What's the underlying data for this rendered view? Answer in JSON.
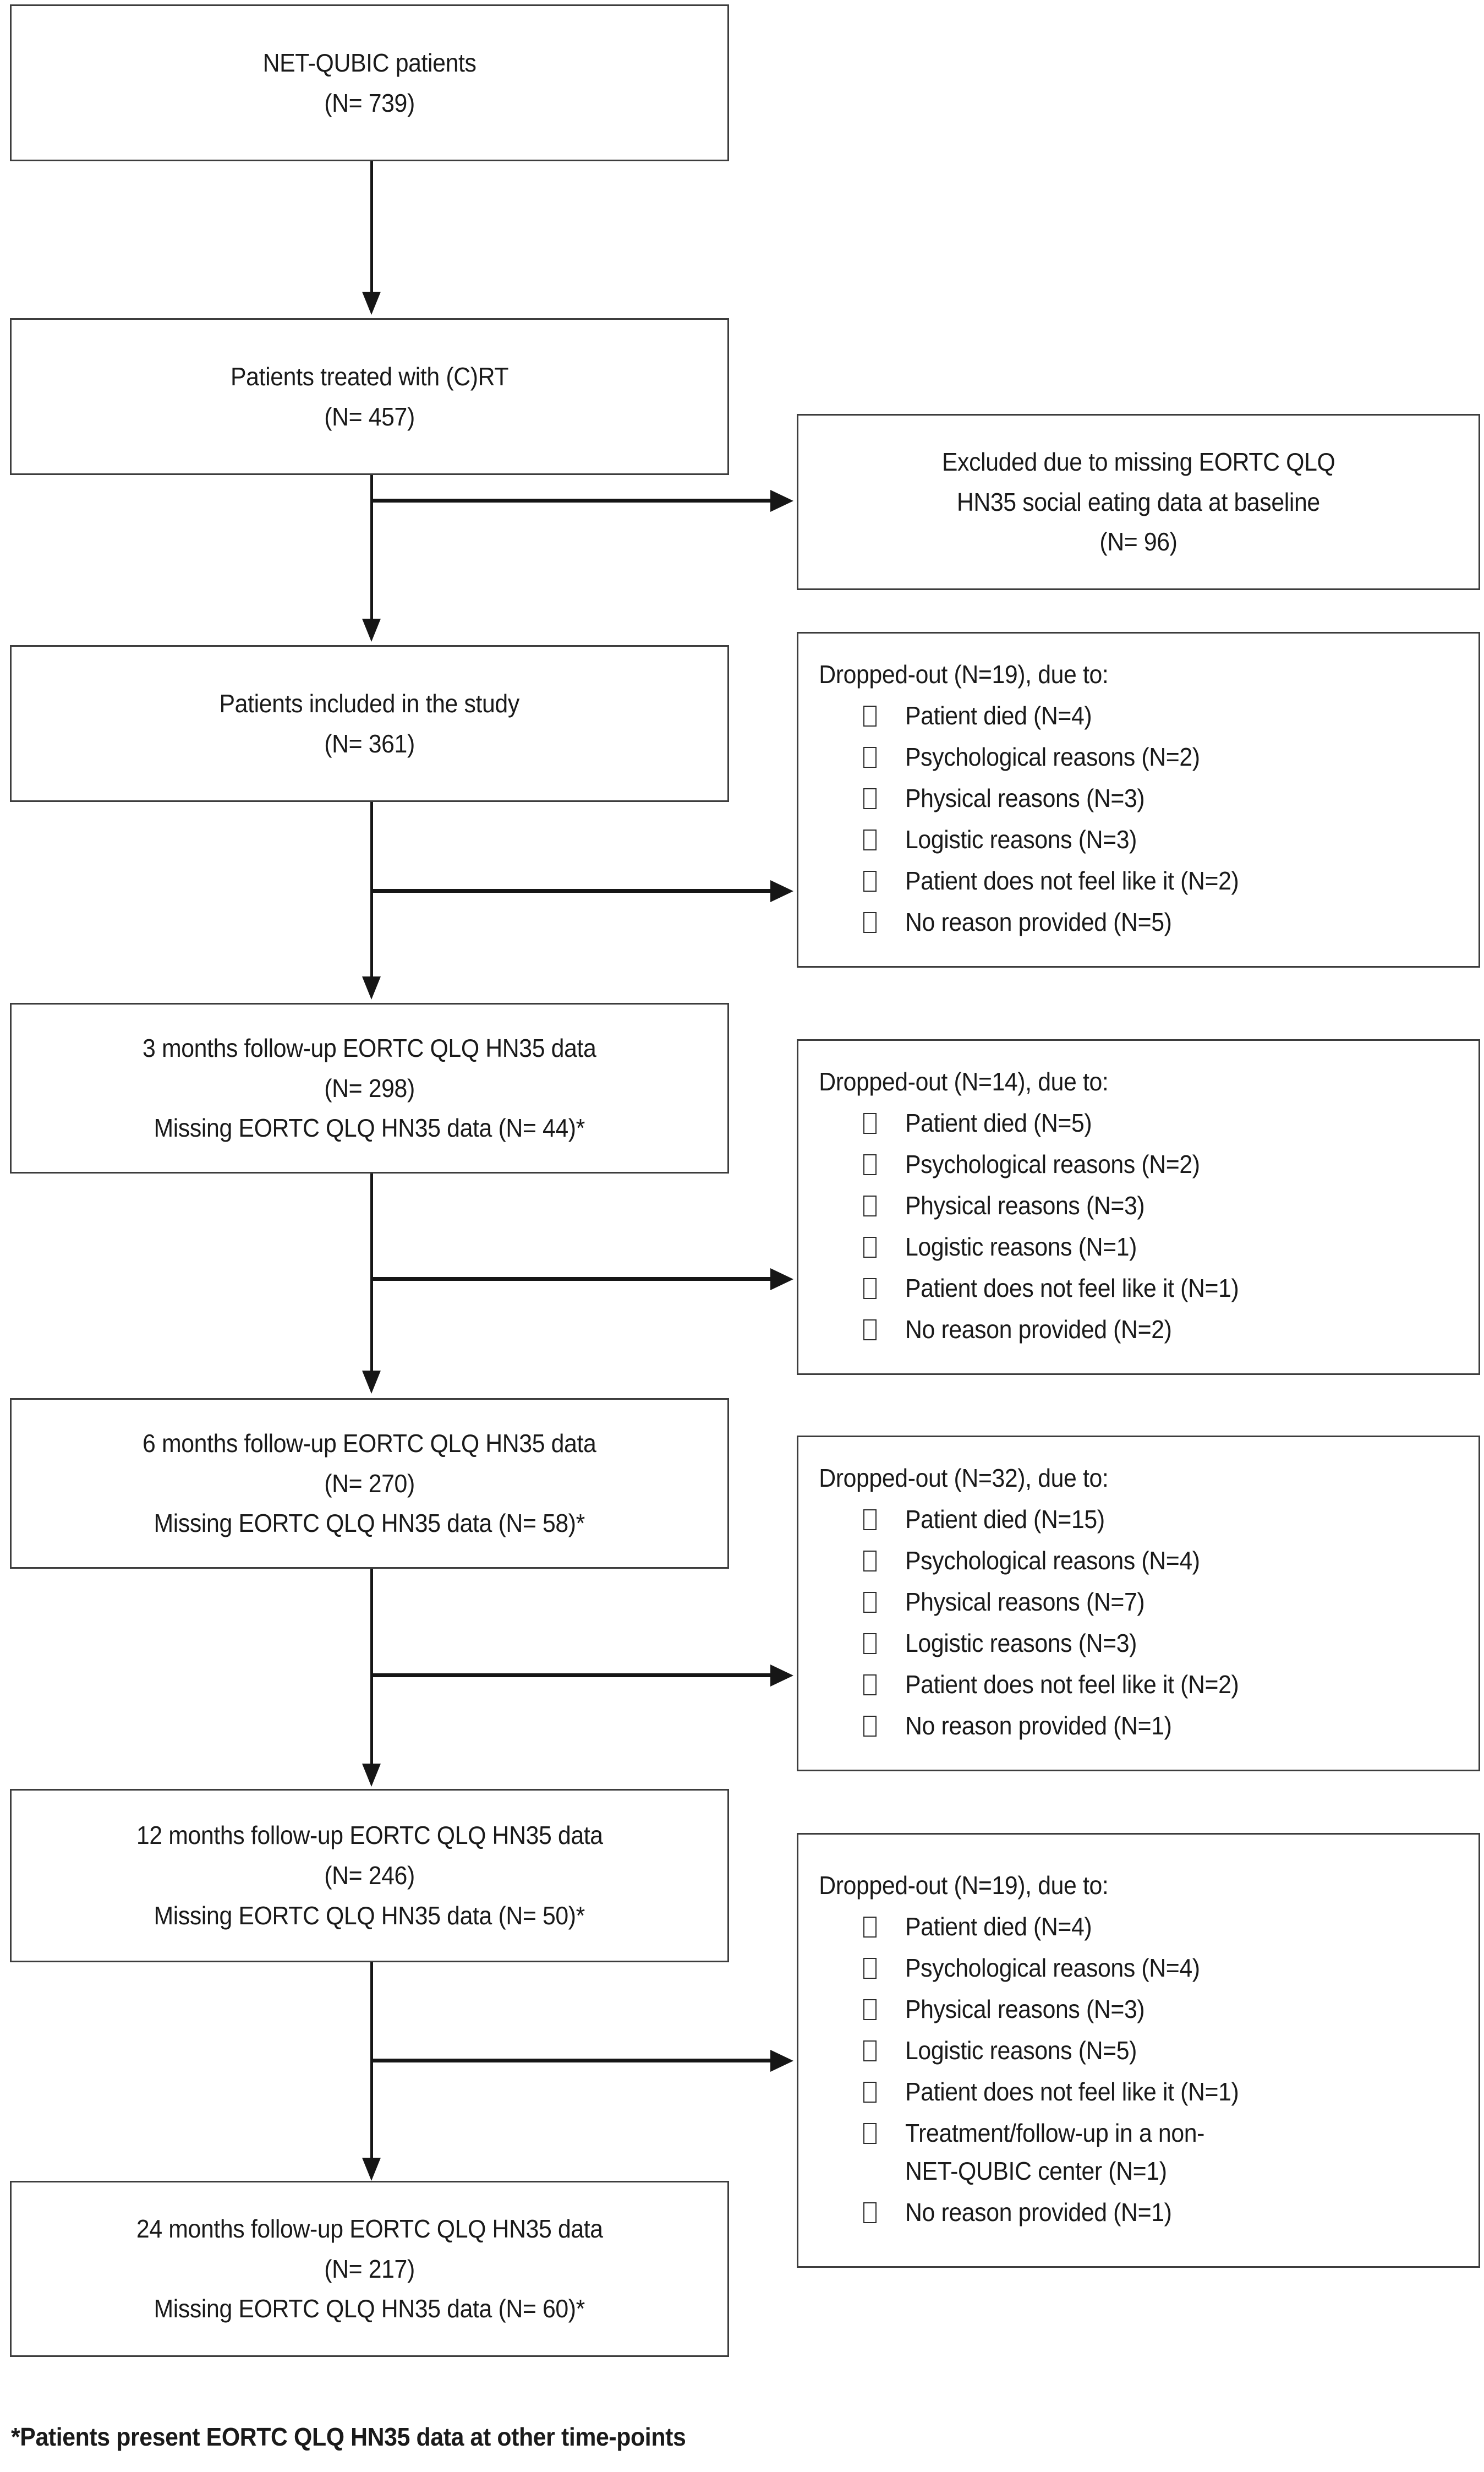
{
  "figure": {
    "type": "flowchart",
    "subject": "NET-QUBIC patient inclusion and follow-up flow diagram",
    "footnote": "*Patients present EORTC QLQ HN35 data at other time-points",
    "colors": {
      "box_border": "#3d3d3d",
      "connector": "#161616",
      "background": "#ffffff",
      "text": "#1a1a1a"
    }
  },
  "main_nodes": [
    {
      "id": "net-qubic-patients",
      "lines": [
        "NET-QUBIC patients",
        "(N= 739)"
      ]
    },
    {
      "id": "patients-treated-crt",
      "lines": [
        "Patients treated with (C)RT",
        "(N= 457)"
      ]
    },
    {
      "id": "patients-included",
      "lines": [
        "Patients included in the study",
        "(N= 361)"
      ]
    },
    {
      "id": "followup-3-months",
      "lines": [
        "3 months follow-up EORTC QLQ HN35 data",
        "(N= 298)",
        "Missing EORTC QLQ HN35 data (N= 44)*"
      ]
    },
    {
      "id": "followup-6-months",
      "lines": [
        "6 months follow-up EORTC QLQ HN35 data",
        "(N= 270)",
        "Missing EORTC QLQ HN35 data (N= 58)*"
      ]
    },
    {
      "id": "followup-12-months",
      "lines": [
        "12 months follow-up EORTC QLQ HN35 data",
        "(N= 246)",
        "Missing EORTC QLQ HN35 data (N= 50)*"
      ]
    },
    {
      "id": "followup-24-months",
      "lines": [
        "24 months follow-up EORTC QLQ HN35 data",
        "(N= 217)",
        "Missing EORTC QLQ HN35 data (N= 60)*"
      ]
    }
  ],
  "side_nodes": [
    {
      "id": "excluded-baseline",
      "kind": "excluded",
      "lines": [
        "Excluded due to missing EORTC QLQ",
        "HN35 social eating data at baseline",
        "(N= 96)"
      ]
    },
    {
      "id": "dropout-after-inclusion",
      "kind": "dropout",
      "heading": "Dropped-out (N=19), due to:",
      "items": [
        "Patient died (N=4)",
        "Psychological reasons (N=2)",
        "Physical reasons (N=3)",
        "Logistic reasons (N=3)",
        "Patient does not feel like it (N=2)",
        "No reason provided (N=5)"
      ]
    },
    {
      "id": "dropout-after-3-months",
      "kind": "dropout",
      "heading": "Dropped-out (N=14), due to:",
      "items": [
        "Patient died (N=5)",
        "Psychological reasons (N=2)",
        "Physical reasons (N=3)",
        "Logistic reasons (N=1)",
        "Patient does not feel like it (N=1)",
        "No reason provided (N=2)"
      ]
    },
    {
      "id": "dropout-after-6-months",
      "kind": "dropout",
      "heading": "Dropped-out (N=32), due to:",
      "items": [
        "Patient died (N=15)",
        "Psychological reasons (N=4)",
        "Physical reasons (N=7)",
        "Logistic reasons (N=3)",
        "Patient does not feel like it (N=2)",
        "No reason provided (N=1)"
      ]
    },
    {
      "id": "dropout-after-12-months",
      "kind": "dropout",
      "heading": "Dropped-out (N=19), due to:",
      "items": [
        "Patient died (N=4)",
        "Psychological reasons (N=4)",
        "Physical reasons (N=3)",
        "Logistic reasons (N=5)",
        "Patient does not feel like it (N=1)",
        "Treatment/follow-up in a non-\nNET-QUBIC center (N=1)",
        "No reason provided (N=1)"
      ]
    }
  ]
}
